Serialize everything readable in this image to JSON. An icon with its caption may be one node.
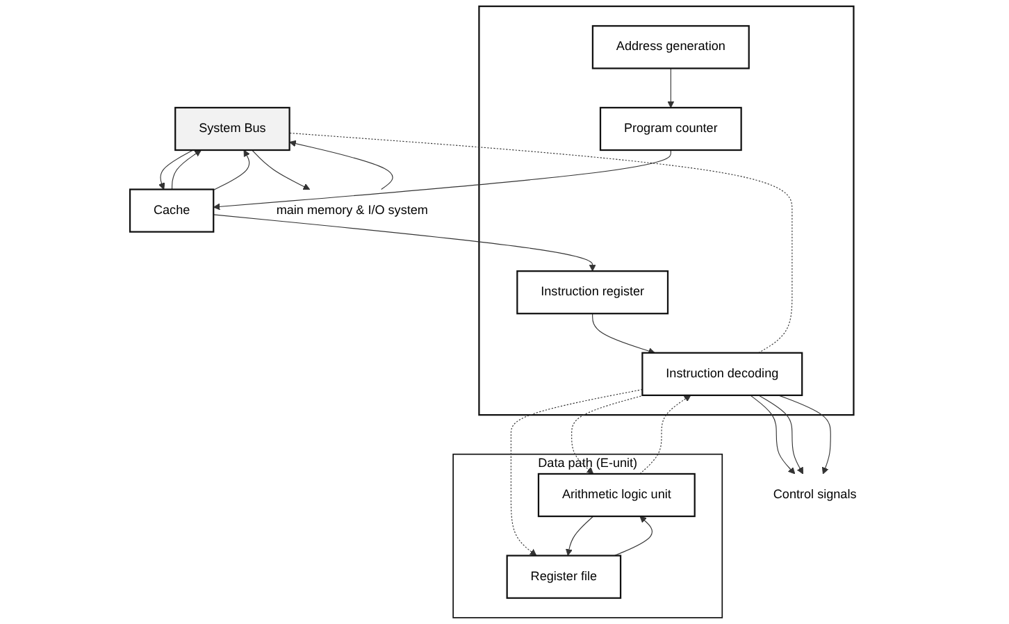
{
  "diagram": {
    "nodes": [
      {
        "text": [
          "System Bus"
        ]
      },
      {
        "text": [
          "main memory & I/O system"
        ]
      },
      {
        "text": [
          "Cache"
        ]
      },
      {
        "text": [],
        "shape": "box"
      },
      {
        "text": [
          "Program counter"
        ],
        "in": 3
      },
      {
        "text": [
          "Instruction register"
        ],
        "in": 3
      },
      {
        "text": [
          "Address generation"
        ],
        "in": 3
      },
      {
        "text": [
          "Instruction decoding"
        ],
        "in": 3
      },
      {
        "text": [
          "Data path (E-unit)"
        ]
      },
      {
        "text": [
          "Arithmetic logic unit"
        ],
        "in": 8
      },
      {
        "text": [
          "Register file"
        ],
        "in": 8
      },
      {
        "text": [
          "Control signals"
        ]
      }
    ],
    "edges": [
      {
        "from": 1,
        "to": 0,
        "arrow": "to"
      },
      {
        "from": 0,
        "to": 1,
        "arrow": "to"
      },
      {
        "from": 0,
        "to": 2,
        "arrow": "to"
      },
      {
        "from": 2,
        "to": 0,
        "arrow": "to"
      },
      {
        "from": 2,
        "to": 0,
        "arrow": "to"
      },
      {
        "from": 4,
        "to": 2,
        "arrow": "to"
      },
      {
        "from": 2,
        "to": 5,
        "arrow": "to"
      },
      {
        "from": 6,
        "to": 4,
        "arrow": "to"
      },
      {
        "from": 5,
        "to": 7,
        "arrow": "to"
      },
      {
        "from": 9,
        "to": 7,
        "arrow": "to",
        "style": "dashed"
      },
      {
        "from": 7,
        "to": 9,
        "arrow": "to",
        "style": "dashed"
      },
      {
        "from": 7,
        "to": 10,
        "arrow": "to",
        "style": "dashed"
      },
      {
        "from": 10,
        "to": 9,
        "arrow": "to"
      },
      {
        "from": 9,
        "to": 10,
        "arrow": "to"
      },
      {
        "from": 7,
        "to": 0,
        "arrow": "none",
        "style": "dashed"
      },
      {
        "from": 7,
        "to": 11,
        "arrow": "to"
      },
      {
        "from": 7,
        "to": 11,
        "arrow": "to"
      },
      {
        "from": 7,
        "to": 11,
        "arrow": "to"
      }
    ]
  }
}
